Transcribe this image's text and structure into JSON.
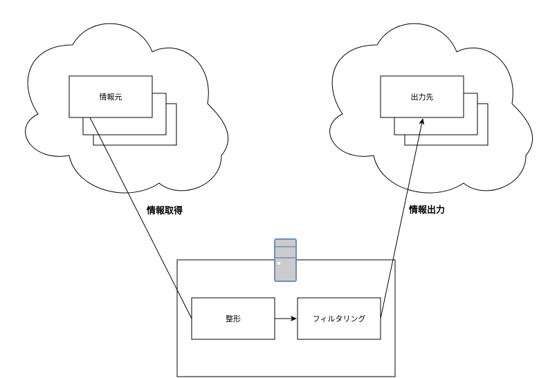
{
  "nodes": {
    "source_label": "情報元",
    "destination_label": "出力先",
    "format_label": "整形",
    "filter_label": "フィルタリング"
  },
  "edges": {
    "acquire_label": "情報取得",
    "output_label": "情報出力"
  },
  "icons": {
    "server": "server-icon"
  },
  "colors": {
    "stroke": "#000000",
    "server_fill": "#cccccc",
    "server_stroke": "#6c8ebf"
  }
}
